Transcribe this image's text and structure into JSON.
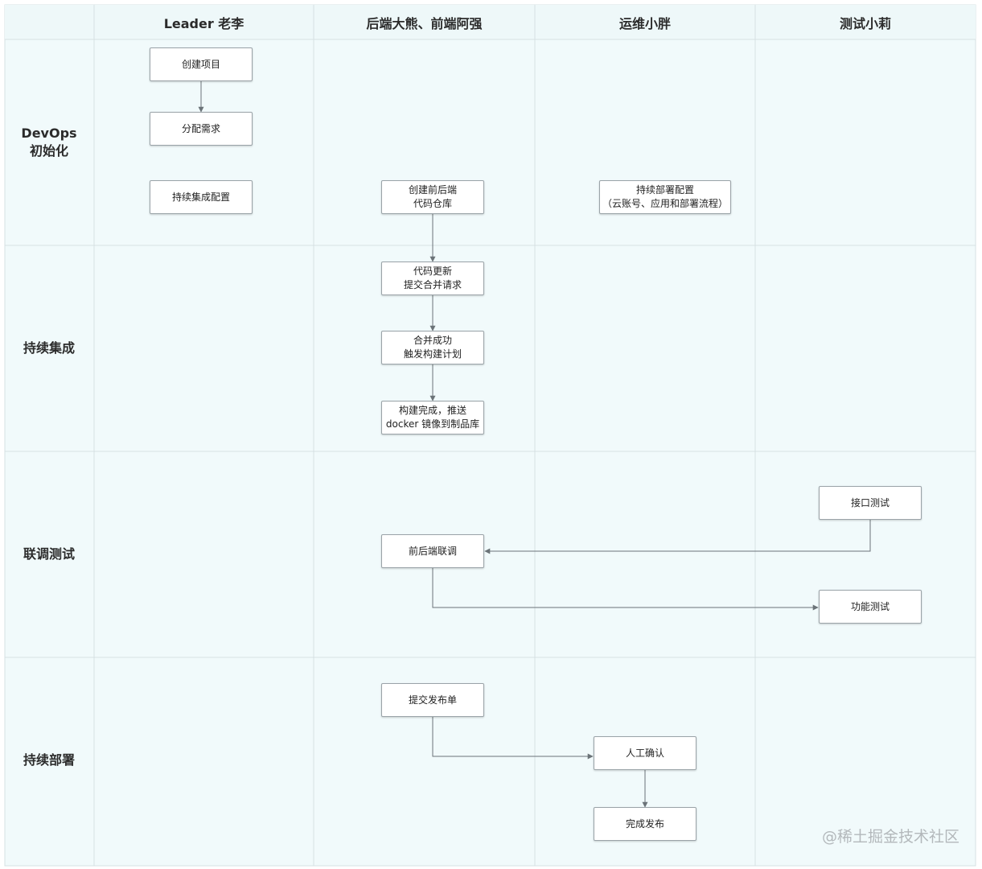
{
  "columns": [
    "Leader 老李",
    "后端大熊、前端阿强",
    "运维小胖",
    "测试小莉"
  ],
  "rows": [
    "DevOps\n初始化",
    "持续集成",
    "联调测试",
    "持续部署"
  ],
  "nodes": {
    "create_project": "创建项目",
    "assign_requirements": "分配需求",
    "ci_config": "持续集成配置",
    "create_repos": "创建前后端\n代码仓库",
    "cd_config": "持续部署配置\n（云账号、应用和部署流程）",
    "code_update": "代码更新\n提交合并请求",
    "merge_success": "合并成功\n触发构建计划",
    "build_done": "构建完成，推送\ndocker 镜像到制品库",
    "api_test": "接口测试",
    "joint_debug": "前后端联调",
    "function_test": "功能测试",
    "submit_release": "提交发布单",
    "manual_confirm": "人工确认",
    "release_done": "完成发布"
  },
  "watermark": "@稀土掘金技术社区",
  "colors": {
    "lane_fill": "#f1fafb",
    "header_fill": "#eef8f9",
    "grid_line": "#d6e1e3",
    "arrow": "#6b7378",
    "node_border": "#9aa3a8"
  }
}
